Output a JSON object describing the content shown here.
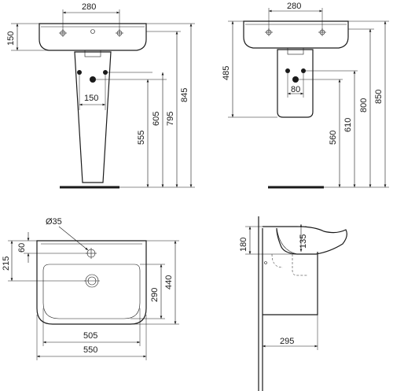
{
  "views": {
    "front_pedestal": {
      "dims": {
        "tap_spacing": "280",
        "basin_height": "150",
        "outlet_spacing": "150",
        "outlet_height": "555",
        "waste_height": "605",
        "rim_height_low": "795",
        "rim_height_high": "845"
      }
    },
    "front_semi_pedestal": {
      "dims": {
        "tap_spacing": "280",
        "basin_to_semi": "485",
        "outlet_spacing": "80",
        "outlet_height": "560",
        "waste_height": "610",
        "rim_height_low": "800",
        "rim_height_high": "850"
      }
    },
    "plan": {
      "dims": {
        "tap_hole_dia": "Ø35",
        "tap_hole_offset": "60",
        "back_to_waste": "215",
        "bowl_depth": "290",
        "total_depth": "440",
        "bowl_width": "505",
        "total_width": "550"
      }
    },
    "side": {
      "dims": {
        "rim_thickness": "180",
        "waste_drop": "135",
        "projection": "295"
      }
    }
  }
}
